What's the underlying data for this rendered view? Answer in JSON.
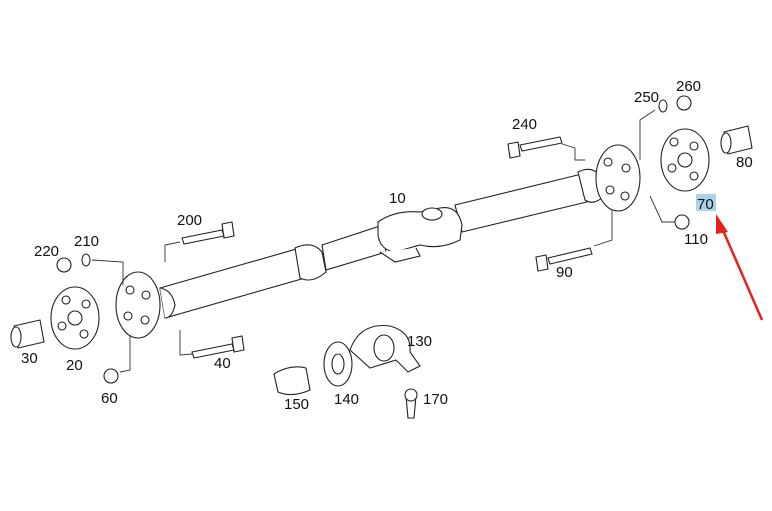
{
  "diagram": {
    "title": "Propeller shaft exploded parts diagram",
    "highlight_color": "#a8d4ea",
    "arrow_color": "#e8201c",
    "highlighted_part": "70",
    "parts": {
      "p10": "10",
      "p20": "20",
      "p30": "30",
      "p40": "40",
      "p60": "60",
      "p70": "70",
      "p80": "80",
      "p90": "90",
      "p110": "110",
      "p130": "130",
      "p140": "140",
      "p150": "150",
      "p170": "170",
      "p200": "200",
      "p210": "210",
      "p220": "220",
      "p240": "240",
      "p250": "250",
      "p260": "260"
    }
  }
}
